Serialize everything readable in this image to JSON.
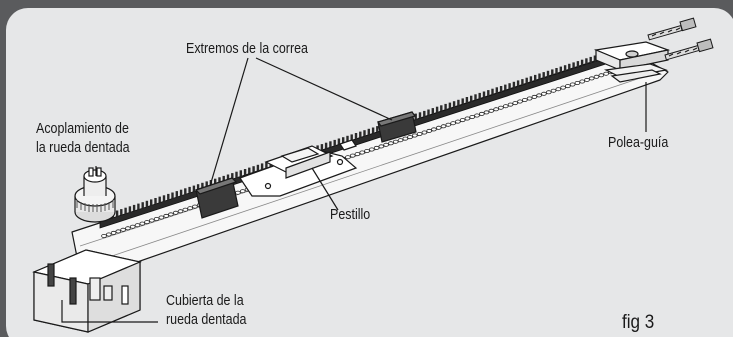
{
  "labels": {
    "belt_ends": "Extremos de la correa",
    "coupling_line1": "Acoplamiento de",
    "coupling_line2": "la rueda dentada",
    "guide_pulley": "Polea-guía",
    "latch": "Pestillo",
    "cover_line1": "Cubierta de la",
    "cover_line2": "rueda dentada"
  },
  "figure_label": "fig 3",
  "colors": {
    "background": "#5a5b5d",
    "panel": "#e6e7e8",
    "line": "#1a1a1a",
    "rail": "#f7f7f7",
    "belt": "#2a2a2a"
  }
}
